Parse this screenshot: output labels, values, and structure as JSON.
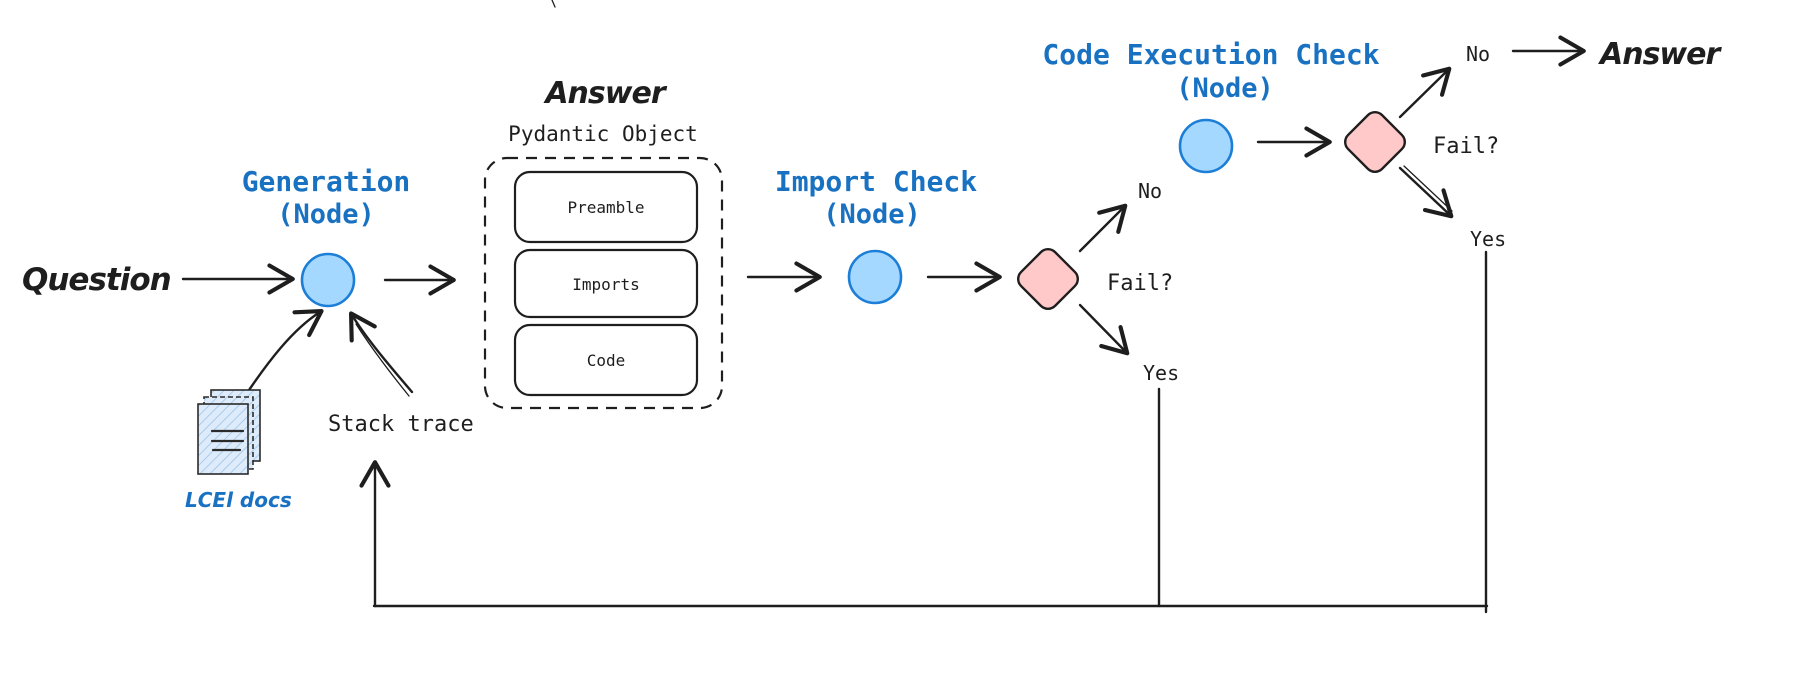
{
  "diagram": {
    "background": "#ffffff",
    "ink": "#1e1e1e",
    "accent_blue": "#1971c2",
    "node_fill": "#a5d8ff",
    "node_stroke": "#1c7ed6",
    "decision_fill": "#ffc9c9",
    "decision_stroke": "#1e1e1e",
    "docs_fill": "#ddebfa",
    "question_label": "Question",
    "generation_node": {
      "title": "Generation",
      "subtitle": "(Node)"
    },
    "answer_object": {
      "title": "Answer",
      "subtitle": "Pydantic Object",
      "fields": [
        "Preamble",
        "Imports",
        "Code"
      ]
    },
    "import_check_node": {
      "title": "Import Check",
      "subtitle": "(Node)"
    },
    "code_execution_check_node": {
      "title": "Code Execution Check",
      "subtitle": "(Node)"
    },
    "decision1": {
      "question": "Fail?",
      "no": "No",
      "yes": "Yes"
    },
    "decision2": {
      "question": "Fail?",
      "no": "No",
      "yes": "Yes"
    },
    "final_answer_label": "Answer",
    "stack_trace_label": "Stack trace",
    "lcel_docs_label": "LCEl docs"
  }
}
